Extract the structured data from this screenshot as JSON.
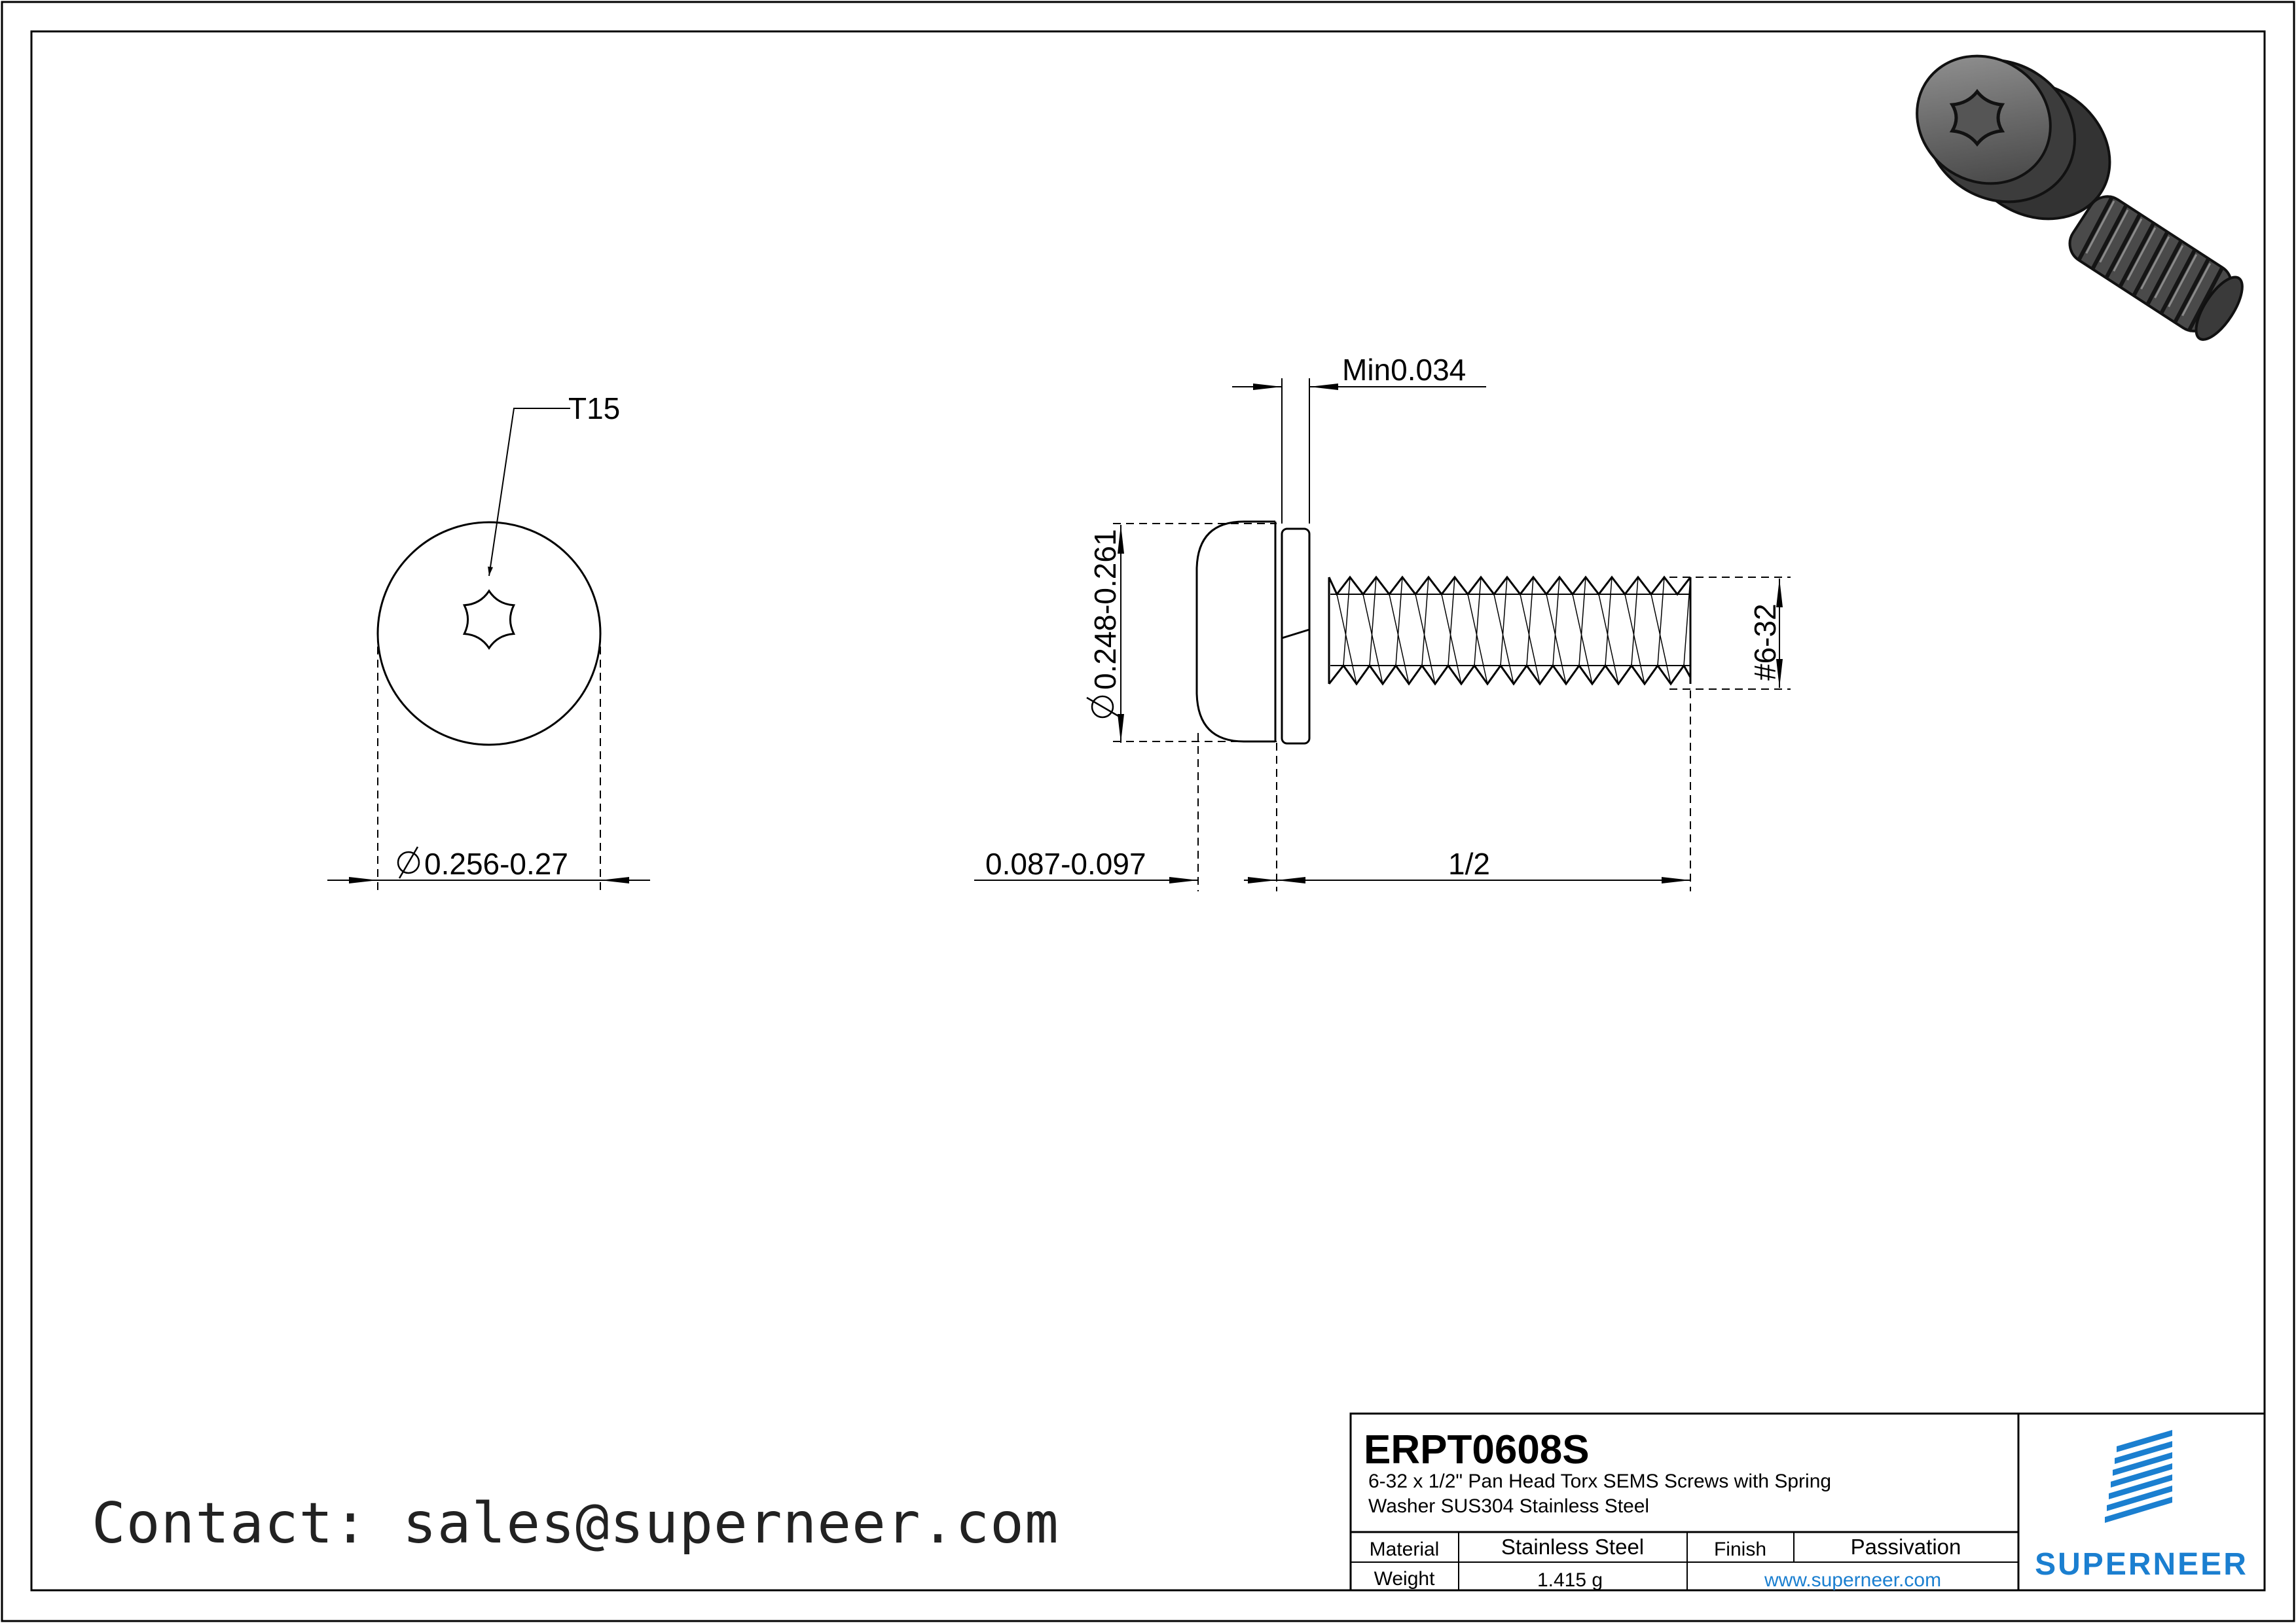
{
  "drawing": {
    "dimensions": {
      "drive_size": "T15",
      "head_diameter": "0.256-0.27",
      "washer_thickness": "Min0.034",
      "washer_diameter": "0.248-0.261",
      "thread": "#6-32",
      "head_height": "0.087-0.097",
      "length": "1/2"
    }
  },
  "contact": "Contact: sales@superneer.com",
  "title_block": {
    "part_number": "ERPT0608S",
    "description_line1": "6-32 x 1/2\" Pan Head Torx SEMS Screws with Spring",
    "description_line2": "Washer SUS304 Stainless Steel",
    "material_label": "Material",
    "material_value": "Stainless Steel",
    "finish_label": "Finish",
    "finish_value": "Passivation",
    "weight_label": "Weight",
    "weight_value": "1.415 g",
    "website": "www.superneer.com",
    "brand": "SUPERNEER"
  },
  "colors": {
    "brand": "#1b7fd0",
    "link": "#1b7fd0",
    "line": "#000000"
  }
}
